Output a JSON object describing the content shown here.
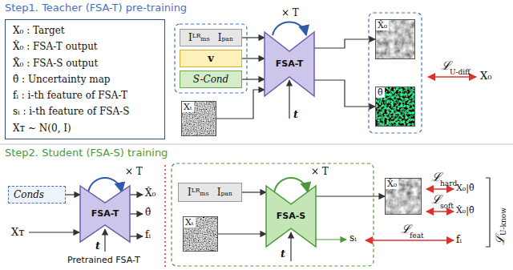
{
  "diagram": {
    "nodes": [
      {
        "text": [
          "X₀ : Target",
          "X̂₀ : FSA-T output",
          "X̃₀ : FSA-S output",
          "θ̂ : Uncertainty map",
          "fᵢ : i-th feature of FSA-T",
          "sᵢ : i-th feature of FSA-S",
          "Xᴛ ~ N(0, I)"
        ]
      },
      {
        "text": [
          "Iᴸᴿₘₛ",
          "Iₚₐₙ"
        ]
      },
      {
        "text": [
          "v"
        ]
      },
      {
        "text": [
          "S-Cond"
        ]
      },
      {
        "text": [
          "Xₜ"
        ]
      },
      {
        "text": [
          "FSA-T"
        ]
      },
      {
        "text": [
          "X̂₀"
        ]
      },
      {
        "text": [
          "θ̂"
        ]
      },
      {
        "text": [
          "Conds"
        ]
      },
      {
        "text": [
          "FSA-T"
        ]
      },
      {
        "text": [
          "Iᴸᴿₘₛ",
          "Iₚₐₙ"
        ]
      },
      {
        "text": [
          "Xₜ"
        ]
      },
      {
        "text": [
          "FSA-S"
        ]
      },
      {
        "text": [
          "X̃₀"
        ]
      }
    ],
    "edges": [
      {
        "from": 1,
        "to": 5,
        "arrow": "to"
      },
      {
        "from": 2,
        "to": 5,
        "arrow": "to"
      },
      {
        "from": 3,
        "to": 5,
        "arrow": "to"
      },
      {
        "from": 4,
        "to": 5,
        "arrow": "to"
      },
      {
        "from": 5,
        "to": 6,
        "arrow": "to"
      },
      {
        "from": 5,
        "to": 7,
        "arrow": "to"
      },
      {
        "from": 8,
        "to": 9,
        "arrow": "to"
      },
      {
        "from": 10,
        "to": 12,
        "arrow": "to"
      },
      {
        "from": 11,
        "to": 12,
        "arrow": "to"
      },
      {
        "from": 12,
        "to": 13,
        "arrow": "to"
      }
    ],
    "labels": [
      "Step1. Teacher (FSA-T) pre-training",
      "× T",
      "t",
      "ℒ",
      "U-diff",
      "X₀",
      "Step2. Student (FSA-S) training",
      "× T",
      "Xᴛ",
      "t",
      "Pretrained FSA-T",
      "X̂₀",
      "θ̂",
      "fᵢ",
      "× T",
      "t",
      "sᵢ",
      "ℒ",
      "hard",
      "X₀|θ̂",
      "ℒ",
      "soft",
      "X̂₀|θ̂",
      "ℒ",
      "feat",
      "fᵢ",
      "ℒ",
      "U-know"
    ]
  }
}
